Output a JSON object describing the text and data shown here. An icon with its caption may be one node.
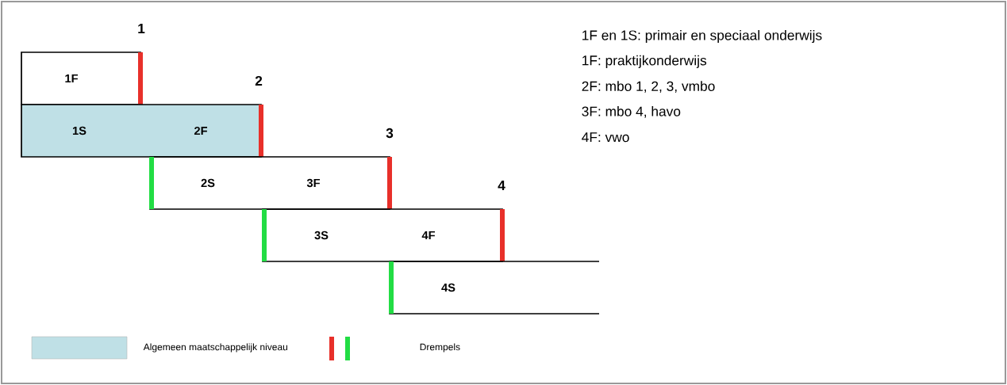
{
  "diagram": {
    "nodes": [
      {
        "text": [
          "1F"
        ]
      },
      {
        "text": [
          "1S",
          "2F"
        ]
      },
      {
        "text": [
          "2S",
          "3F"
        ]
      },
      {
        "text": [
          "3S",
          "4F"
        ]
      },
      {
        "text": [
          "4S"
        ]
      }
    ],
    "labels": [
      "1",
      "2",
      "3",
      "4",
      "1F en 1S: primair en speciaal onderwijs",
      "1F: praktijkonderwijs",
      "2F: mbo 1, 2, 3, vmbo",
      "3F: mbo 4, havo",
      "4F: vwo"
    ],
    "legend": [
      {
        "text": "Algemeen maatschappelijk niveau",
        "color": "#bfe0e6"
      },
      {
        "text": "Drempels"
      }
    ]
  }
}
